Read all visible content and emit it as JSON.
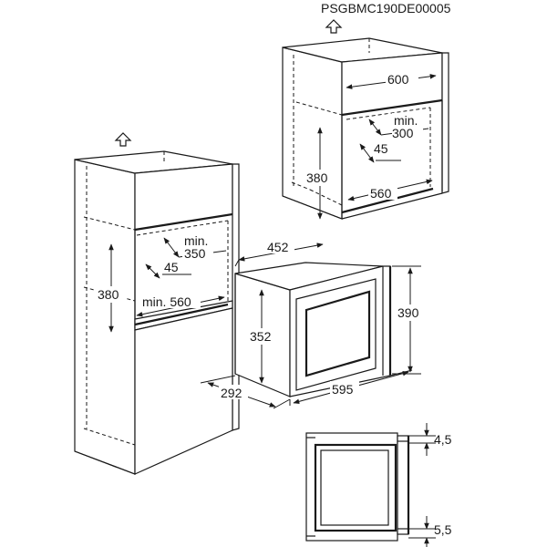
{
  "document_code": "PSGBMC190DE00005",
  "upper_cabinet": {
    "width": "600",
    "min_label": "min.",
    "depth": "300",
    "vent_gap": "45",
    "height": "380",
    "inner_width": "560"
  },
  "tall_cabinet": {
    "min_label": "min.",
    "depth": "350",
    "vent_gap": "45",
    "height": "380",
    "inner_width": "min. 560"
  },
  "appliance": {
    "depth": "452",
    "height": "352",
    "front_height": "390",
    "body_depth": "292",
    "front_width": "595"
  },
  "side_section": {
    "top_gap": "4,5",
    "bottom_gap": "5,5"
  }
}
